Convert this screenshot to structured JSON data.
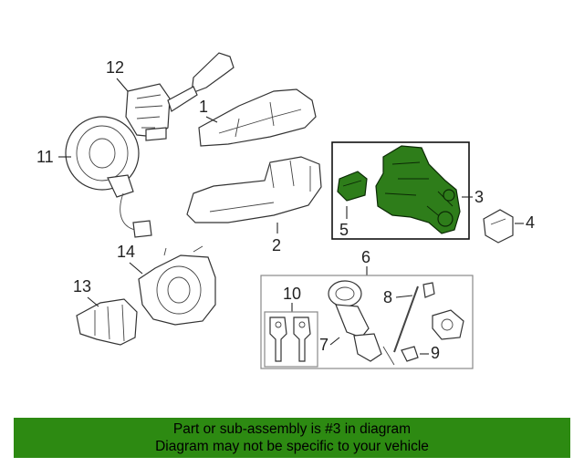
{
  "callouts": {
    "c1": "1",
    "c2": "2",
    "c3": "3",
    "c4": "4",
    "c5": "5",
    "c6": "6",
    "c7": "7",
    "c8": "8",
    "c9": "9",
    "c10": "10",
    "c11": "11",
    "c12": "12",
    "c13": "13",
    "c14": "14"
  },
  "banner": {
    "line1": "Part or sub-assembly is #3 in diagram",
    "line2": "Diagram may not be specific to your vehicle"
  },
  "colors": {
    "highlight_part": "#2e7d1a",
    "banner_background": "#2d8a12"
  }
}
